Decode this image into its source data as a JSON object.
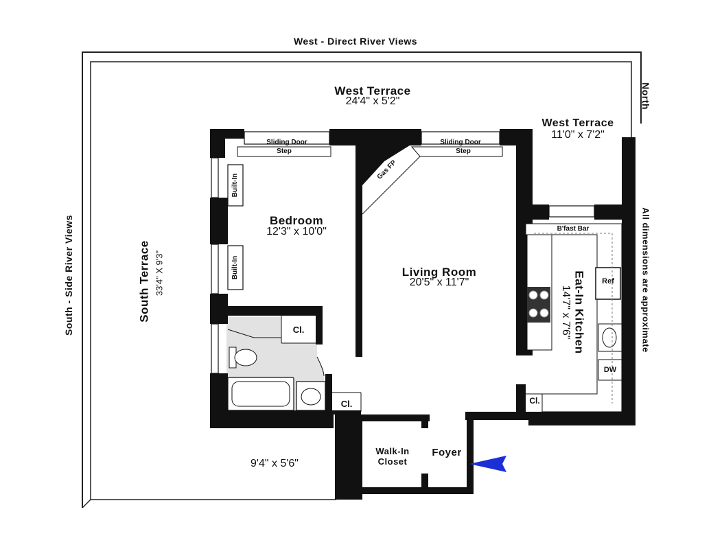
{
  "views": {
    "west": "West - Direct River Views",
    "south": "South - Side River Views",
    "north": "North",
    "note": "All dimensions are approximate"
  },
  "terraces": {
    "west_main": {
      "name": "West Terrace",
      "dims": "24'4\"  x  5'2\""
    },
    "west_small": {
      "name": "West Terrace",
      "dims": "11'0\"  x  7'2\""
    },
    "south": {
      "name": "South Terrace",
      "dims": "33'4\"  X  9'3\""
    },
    "lower": {
      "dims": "9'4\"  x  5'6\""
    }
  },
  "rooms": {
    "bedroom": {
      "name": "Bedroom",
      "dims": "12'3\"  x  10'0\""
    },
    "living": {
      "name": "Living Room",
      "dims": "20'5\"  x  11'7\""
    },
    "kitchen": {
      "name": "Eat-In Kitchen",
      "dims": "14'7\"  x  7'6\""
    },
    "foyer": {
      "name": "Foyer"
    },
    "walkin": {
      "line1": "Walk-In",
      "line2": "Closet"
    }
  },
  "fixtures": {
    "sliding_door": "Sliding Door",
    "step": "Step",
    "built_in": "Built-In",
    "gas_fp": "Gas FP",
    "bfast_bar": "B'fast Bar",
    "ref": "Ref",
    "dw": "DW",
    "closet": "Cl."
  },
  "colors": {
    "wall": "#111111",
    "entry_arrow": "#1a2fd6",
    "bath_floor": "#e2e2e2"
  }
}
